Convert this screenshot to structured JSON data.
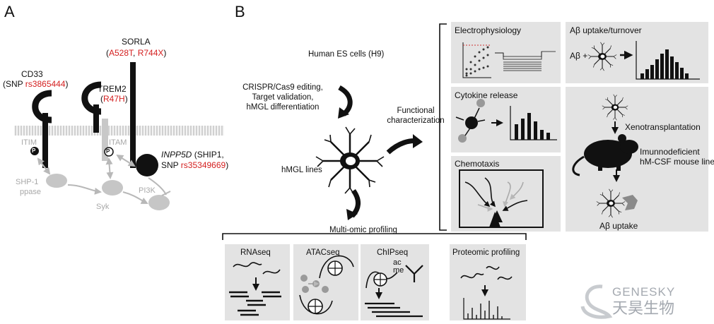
{
  "panel_a": {
    "letter": "A",
    "sorla": {
      "name": "SORLA",
      "open": "(",
      "v1": "A528T",
      "sep": ", ",
      "v2": "R744X",
      "close": ")"
    },
    "cd33": {
      "name": "CD33",
      "snp_prefix": "(SNP ",
      "snp": "rs3865444",
      "close": ")"
    },
    "trem2": {
      "name": "TREM2",
      "open": "(",
      "variant": "R47H",
      "close": ")"
    },
    "inpp5d": {
      "gene": "INPP5D",
      "line1_rest": " (SHIP1,",
      "snp_prefix": "SNP ",
      "snp": "rs35349669",
      "close": ")"
    },
    "labels": {
      "itim": "ITIM",
      "itam": "ITAM",
      "p": "P",
      "shp1_line1": "SHP-1",
      "shp1_line2": "ppase",
      "syk": "Syk",
      "pi3k": "PI3K"
    }
  },
  "panel_b": {
    "letter": "B",
    "human_es": "Human ES cells (H9)",
    "crispr": [
      "CRISPR/Cas9 editing,",
      "Target validation,",
      "hMGL differentiation"
    ],
    "hmgl_lines": "hMGL lines",
    "functional": [
      "Functional",
      "characterization"
    ],
    "multiomic": "Multi-omic profiling",
    "omics": {
      "rnaseq": "RNAseq",
      "atacseq": "ATACseq",
      "chipseq": "ChIPseq",
      "chip_marks": [
        "ac",
        "me"
      ],
      "proteomic": "Proteomic profiling"
    },
    "functional_boxes": {
      "electrophysiology": "Electrophysiology",
      "cytokine": "Cytokine release",
      "chemotaxis": "Chemotaxis",
      "abeta_uptake": "Aβ uptake/turnover",
      "abeta_plus": "Aβ +",
      "xeno": "Xenotransplantation",
      "mouse": [
        "Imunnodeficient",
        "hM-CSF mouse line"
      ],
      "abeta_final": "Aβ uptake"
    }
  },
  "watermark": {
    "latin": "GENESKY",
    "cn": "天昊生物"
  },
  "colors": {
    "red": "#d42020",
    "gray": "#a8a8a8",
    "panel_bg": "#e3e3e3"
  }
}
